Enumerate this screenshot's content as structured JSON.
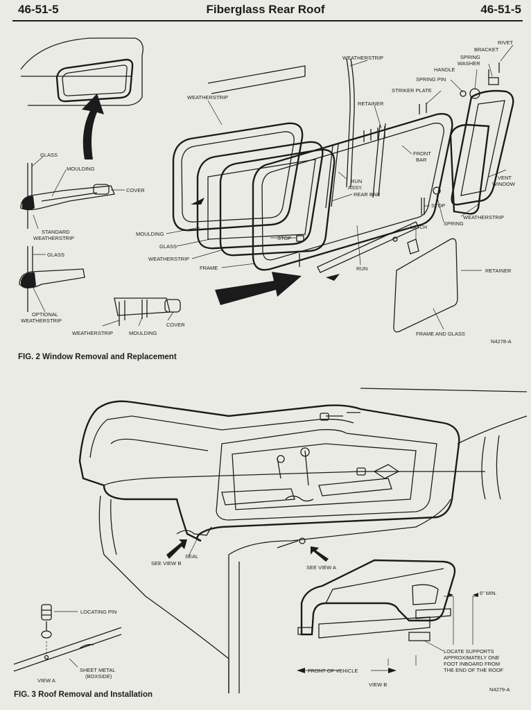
{
  "header": {
    "page_number_left": "46-51-5",
    "title": "Fiberglass Rear Roof",
    "page_number_right": "46-51-5"
  },
  "fig2": {
    "caption": "FIG. 2 Window Removal and Replacement",
    "code": "N4278-A",
    "labels": {
      "glass_top": "GLASS",
      "moulding_left": "MOULDING",
      "cover_left": "COVER",
      "standard_ws_1": "STANDARD",
      "standard_ws_2": "WEATHERSTRIP",
      "glass_mid": "GLASS",
      "optional_ws_1": "OPTIONAL",
      "optional_ws_2": "WEATHERSTRIP",
      "weatherstrip_bottom": "WEATHERSTRIP",
      "moulding_bottom": "MOULDING",
      "cover_bottom": "COVER",
      "weatherstrip_center": "WEATHERSTRIP",
      "moulding_center": "MOULDING",
      "glass_center": "GLASS",
      "weatherstrip_lower": "WEATHERSTRIP",
      "frame": "FRAME",
      "stop_center": "STOP",
      "weatherstrip_top": "WEATHERSTRIP",
      "retainer_top": "RETAINER",
      "striker_plate": "STRIKER PLATE",
      "spring_pin": "SPRING PIN",
      "handle": "HANDLE",
      "spring_washer_1": "SPRING",
      "spring_washer_2": "WASHER",
      "bracket": "BRACKET",
      "rivet": "RIVET",
      "front_bar_1": "FRONT",
      "front_bar_2": "BAR",
      "run_assy_1": "RUN",
      "run_assy_2": "ASSY.",
      "rear_bar": "REAR BAR",
      "vent_window_1": "VENT",
      "vent_window_2": "WINDOW",
      "stop_right": "STOP",
      "spring": "SPRING",
      "weatherstrip_right": "WEATHERSTRIP",
      "latch": "LATCH",
      "run": "RUN",
      "retainer_right": "RETAINER",
      "frame_and_glass": "FRAME AND GLASS"
    }
  },
  "fig3": {
    "caption": "FIG. 3 Roof Removal and Installation",
    "code": "N4279-A",
    "labels": {
      "seal": "SEAL",
      "see_view_b": "SEE VIEW B",
      "see_view_a": "SEE VIEW A",
      "locating_pin": "LOCATING PIN",
      "sheet_metal_1": "SHEET METAL",
      "sheet_metal_2": "(BOXSIDE)",
      "view_a": "VIEW A",
      "front_of_vehicle": "FRONT OF VEHICLE",
      "view_b": "VIEW B",
      "six_in_min": "6\" MIN.",
      "locate_1": "LOCATE SUPPORTS",
      "locate_2": "APPROXIMATELY ONE",
      "locate_3": "FOOT INBOARD FROM",
      "locate_4": "THE END OF THE ROOF"
    }
  },
  "colors": {
    "paper": "#ebebe6",
    "ink": "#1b1b1b"
  }
}
